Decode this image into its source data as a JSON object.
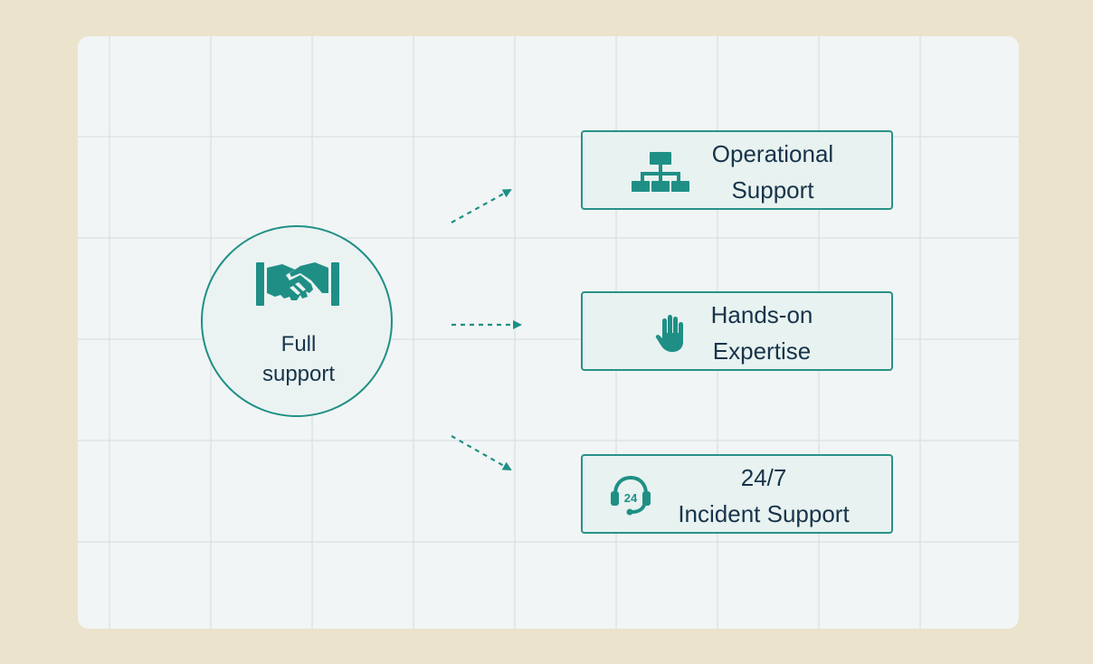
{
  "hub": {
    "label_line1": "Full",
    "label_line2": "support",
    "icon": "handshake-icon"
  },
  "cards": [
    {
      "line1": "Operational",
      "line2": "Support",
      "icon": "org-chart-icon"
    },
    {
      "line1": "Hands-on",
      "line2": "Expertise",
      "icon": "hand-icon"
    },
    {
      "line1": "24/7",
      "line2": "Incident Support",
      "icon": "headset-24-icon"
    }
  ],
  "colors": {
    "background": "#ece3cc",
    "panel": "#f1f5f5",
    "accent": "#1f8f86",
    "text": "#17344a",
    "card_fill": "#e8f2f0"
  }
}
